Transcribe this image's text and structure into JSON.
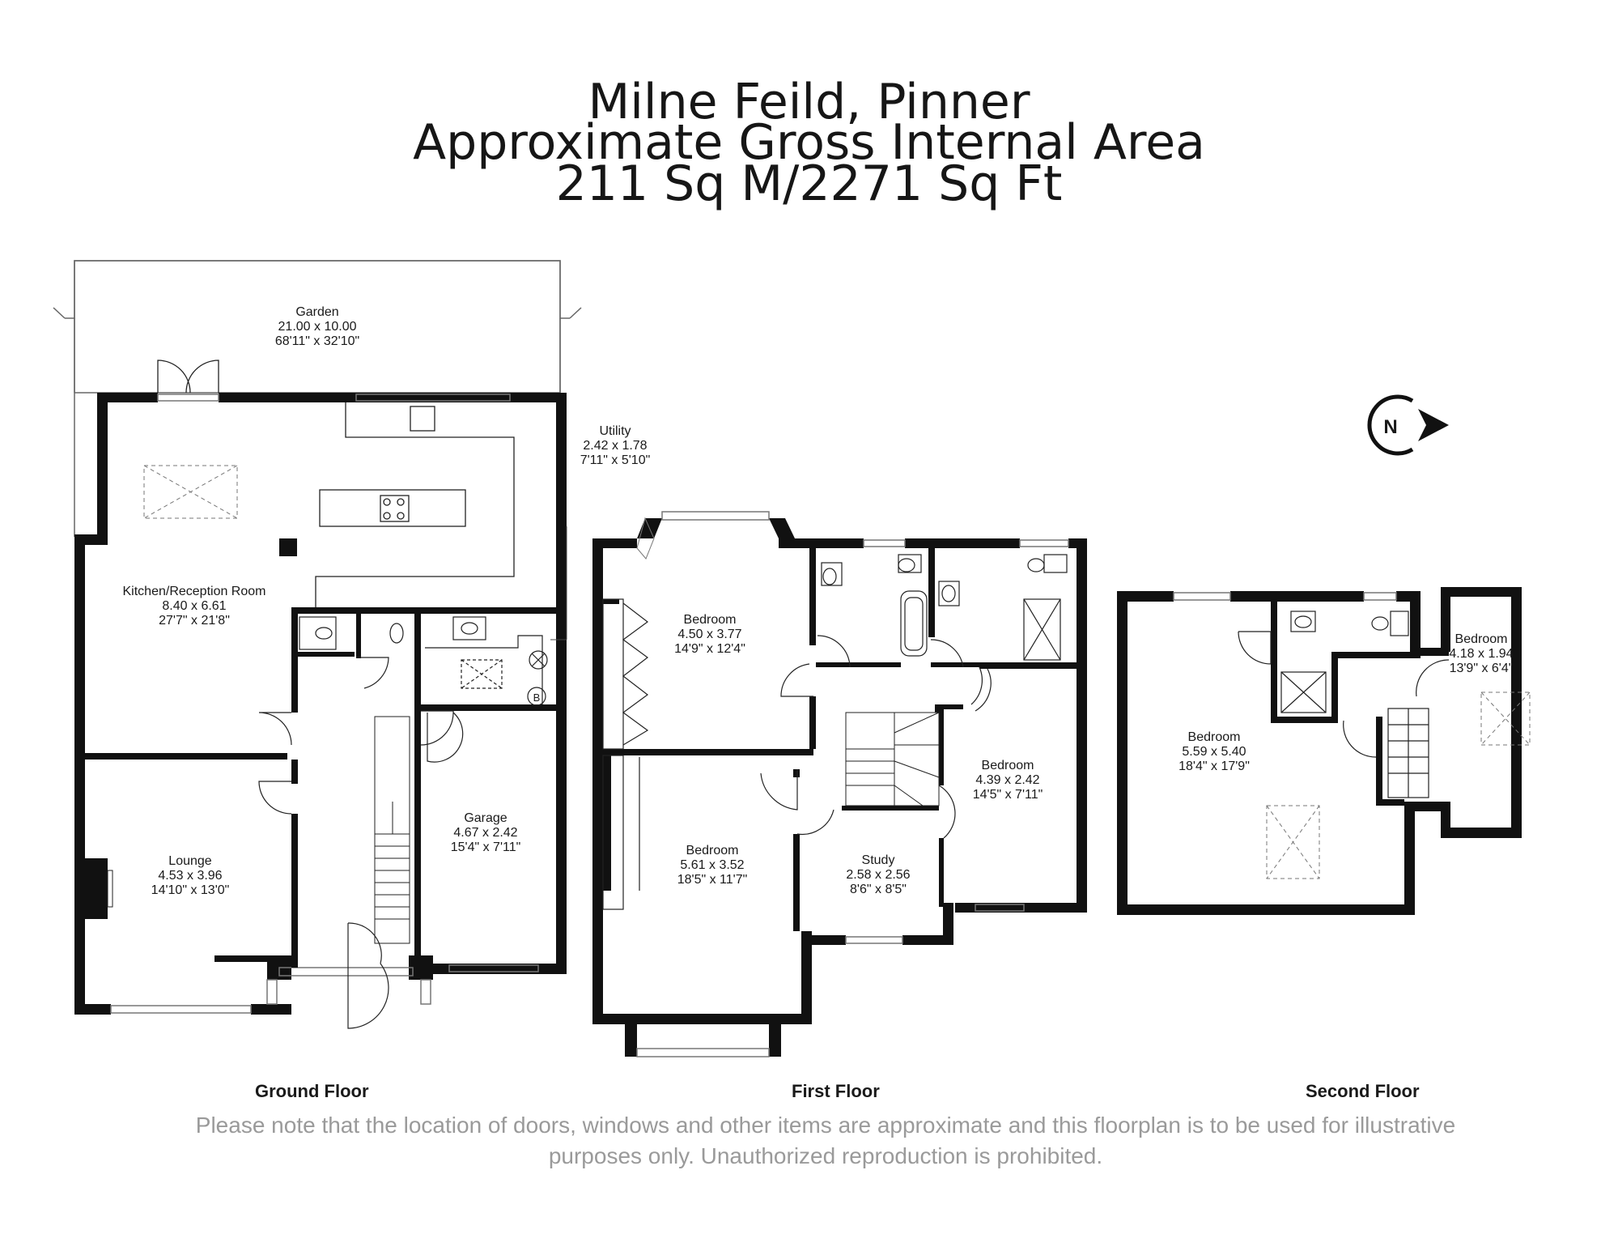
{
  "header": {
    "line1": "Milne Feild, Pinner",
    "line2": "Approximate Gross Internal Area",
    "line3": "211 Sq M/2271 Sq Ft"
  },
  "rooms": {
    "garden": {
      "name": "Garden",
      "metric": "21.00 x 10.00",
      "imperial": "68'11\" x 32'10\""
    },
    "utility": {
      "name": "Utility",
      "metric": "2.42 x 1.78",
      "imperial": "7'11\" x 5'10\""
    },
    "kitchen": {
      "name": "Kitchen/Reception Room",
      "metric": "8.40 x 6.61",
      "imperial": "27'7\" x 21'8\""
    },
    "lounge": {
      "name": "Lounge",
      "metric": "4.53 x 3.96",
      "imperial": "14'10\" x 13'0\""
    },
    "garage": {
      "name": "Garage",
      "metric": "4.67 x 2.42",
      "imperial": "15'4\" x 7'11\""
    },
    "ff_bed1": {
      "name": "Bedroom",
      "metric": "4.50 x 3.77",
      "imperial": "14'9\" x 12'4\""
    },
    "ff_bed2": {
      "name": "Bedroom",
      "metric": "5.61 x 3.52",
      "imperial": "18'5\" x 11'7\""
    },
    "ff_bed3": {
      "name": "Bedroom",
      "metric": "4.39 x 2.42",
      "imperial": "14'5\" x 7'11\""
    },
    "study": {
      "name": "Study",
      "metric": "2.58 x 2.56",
      "imperial": "8'6\" x 8'5\""
    },
    "sf_bed1": {
      "name": "Bedroom",
      "metric": "5.59 x 5.40",
      "imperial": "18'4\" x 17'9\""
    },
    "sf_bed2": {
      "name": "Bedroom",
      "metric": "4.18 x 1.94",
      "imperial": "13'9\" x 6'4\""
    }
  },
  "symbols": {
    "boiler": "B",
    "compass": "N"
  },
  "floors": {
    "ground": "Ground Floor",
    "first": "First Floor",
    "second": "Second Floor"
  },
  "disclaimer": {
    "line1": "Please note that the location of doors, windows and other items are approximate and this floorplan is to be used for illustrative",
    "line2": "purposes only. Unauthorized reproduction is prohibited."
  },
  "colors": {
    "wall": "#111111",
    "glazing": "#9a9a9a",
    "disclaimer": "#9a9a9a"
  }
}
